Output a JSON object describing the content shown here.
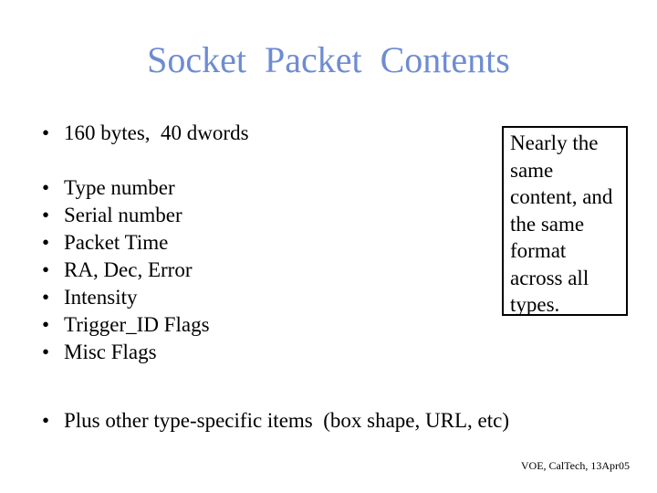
{
  "slide": {
    "title": "Socket  Packet  Contents",
    "bullet_glyph": "•",
    "bullets_top": [
      "160 bytes,  40 dwords"
    ],
    "bullets_main": [
      "Type number",
      "Serial number",
      "Packet Time",
      "RA, Dec, Error",
      "Intensity",
      "Trigger_ID Flags",
      "Misc Flags"
    ],
    "bullets_bottom": [
      "Plus other type-specific items  (box shape, URL, etc)"
    ],
    "callout": {
      "lines": [
        "Nearly the",
        "same",
        "content, and",
        "the same",
        "format",
        "across all",
        "types."
      ]
    },
    "footer": "VOE, CalTech, 13Apr05",
    "colors": {
      "background": "#ffffff",
      "title_text": "#6e8cd2",
      "body_text": "#000000",
      "callout_border": "#000000"
    }
  }
}
